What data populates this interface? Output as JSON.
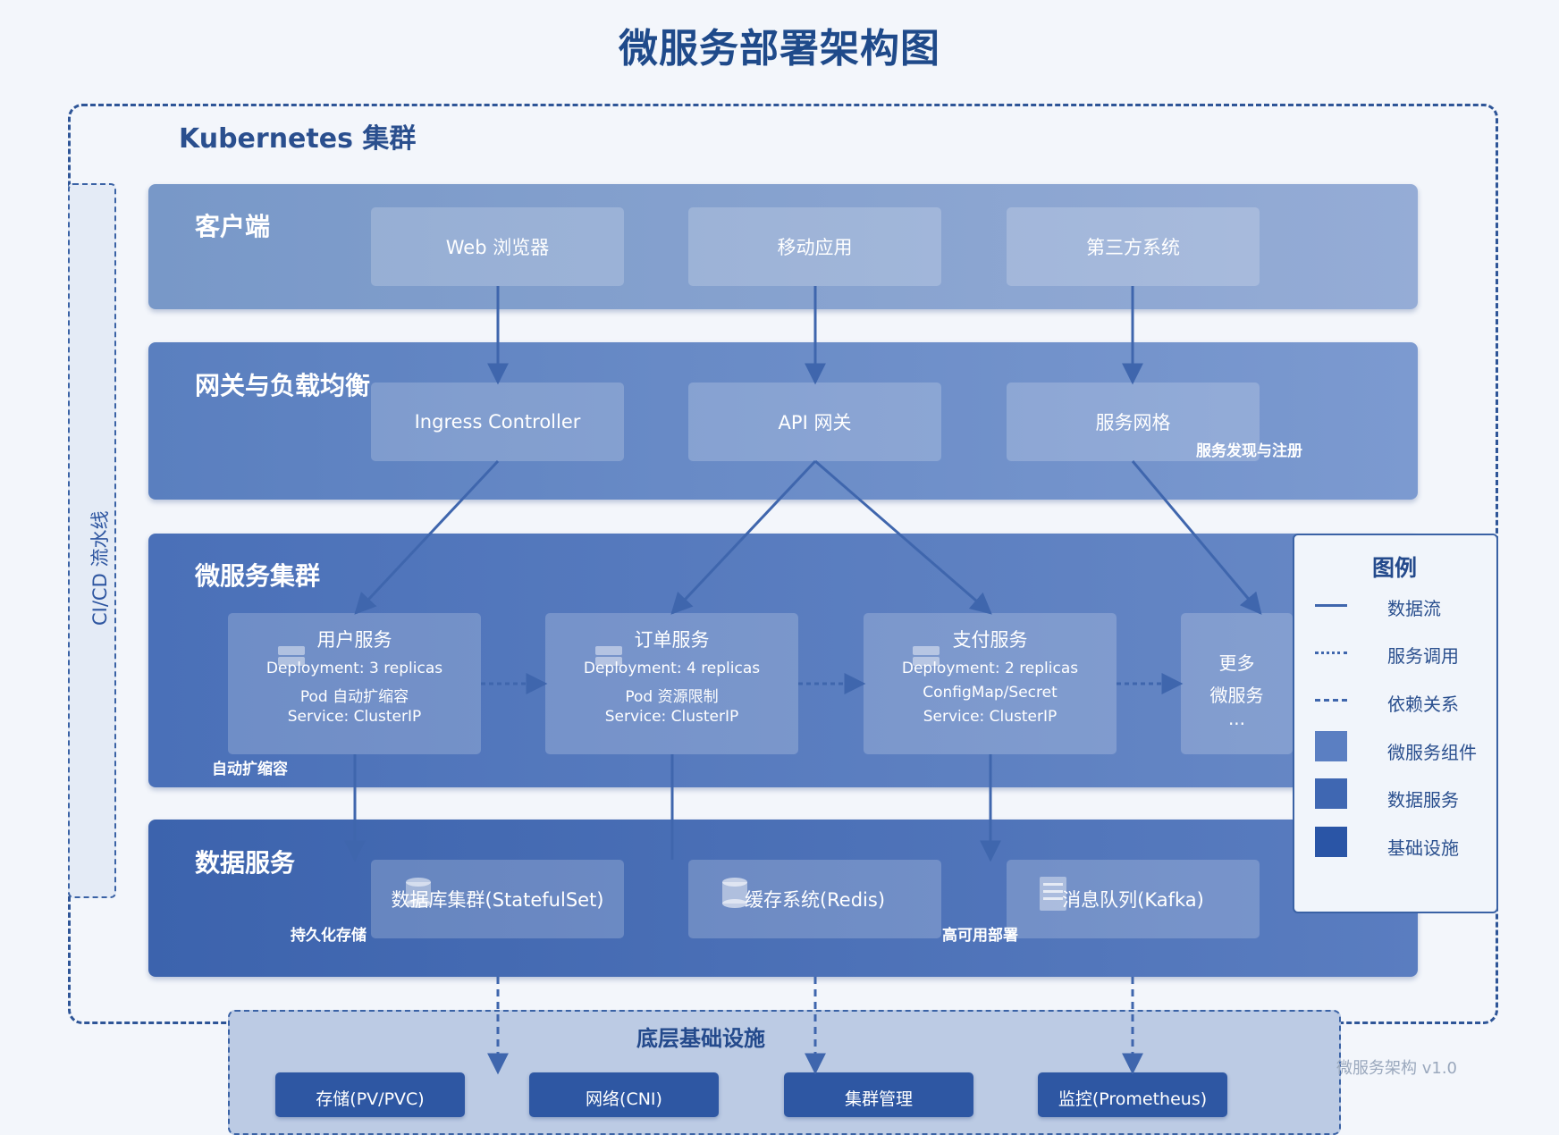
{
  "title": "微服务部署架构图",
  "cluster_title": "Kubernetes 集群",
  "cicd_label": "CI/CD 流水线",
  "layers": {
    "client": {
      "title": "客户端",
      "items": [
        "Web 浏览器",
        "移动应用",
        "第三方系统"
      ]
    },
    "gateway": {
      "title": "网关与负载均衡",
      "items": [
        "Ingress Controller",
        "API 网关",
        "服务网格"
      ],
      "note": "服务发现与注册"
    },
    "micro": {
      "title": "微服务集群",
      "services": [
        {
          "name": "用户服务",
          "lines": [
            "Deployment: 3 replicas",
            "Pod 自动扩缩容",
            "Service: ClusterIP"
          ]
        },
        {
          "name": "订单服务",
          "lines": [
            "Deployment: 4 replicas",
            "Pod 资源限制",
            "Service: ClusterIP"
          ]
        },
        {
          "name": "支付服务",
          "lines": [
            "Deployment: 2 replicas",
            "ConfigMap/Secret",
            "Service: ClusterIP"
          ]
        }
      ],
      "more": [
        "更多",
        "微服务",
        "..."
      ],
      "note": "自动扩缩容"
    },
    "data": {
      "title": "数据服务",
      "items": [
        "数据库集群(StatefulSet)",
        "缓存系统(Redis)",
        "消息队列(Kafka)"
      ],
      "notes": [
        "持久化存储",
        "高可用部署"
      ]
    }
  },
  "infra": {
    "title": "底层基础设施",
    "items": [
      "存储(PV/PVC)",
      "网络(CNI)",
      "集群管理",
      "监控(Prometheus)"
    ]
  },
  "legend": {
    "title": "图例",
    "items": [
      {
        "label": "数据流",
        "kind": "solid-line"
      },
      {
        "label": "服务调用",
        "kind": "dotted-line"
      },
      {
        "label": "依赖关系",
        "kind": "dashed-line"
      },
      {
        "label": "微服务组件",
        "kind": "swatch",
        "color": "#5b7fc2"
      },
      {
        "label": "数据服务",
        "kind": "swatch",
        "color": "#3f67b2"
      },
      {
        "label": "基础设施",
        "kind": "swatch",
        "color": "#2a55a6"
      }
    ]
  },
  "version": "微服务架构 v1.0",
  "colors": {
    "arrow": "#3f66ad",
    "title": "#1f4a8a",
    "accent": "#2e5597"
  }
}
